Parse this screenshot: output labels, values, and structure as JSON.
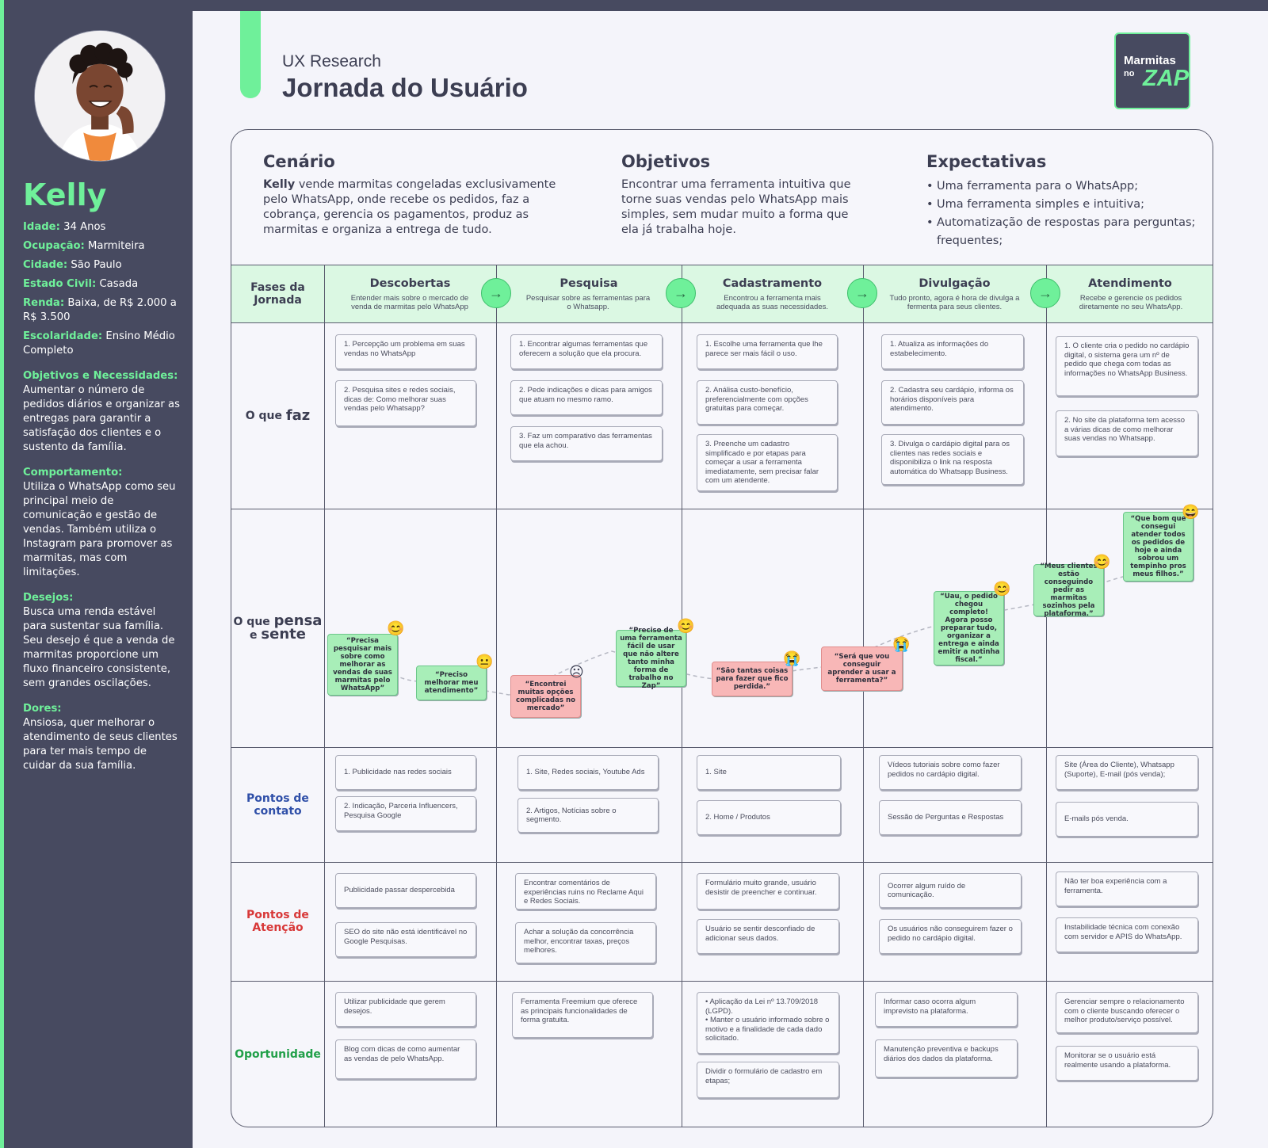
{
  "persona": {
    "name": "Kelly",
    "idade_label": "Idade:",
    "idade": "34 Anos",
    "ocupacao_label": "Ocupação:",
    "ocupacao": "Marmiteira",
    "cidade_label": "Cidade:",
    "cidade": "São Paulo",
    "estado_label": "Estado Civil:",
    "estado": "Casada",
    "renda_label": "Renda:",
    "renda": "Baixa, de R$ 2.000 a R$ 3.500",
    "escolaridade_label": "Escolaridade:",
    "escolaridade": "Ensino Médio Completo",
    "objetivos_label": "Objetivos e Necessidades:",
    "objetivos": "Aumentar o número de pedidos diários e organizar as entregas para garantir a satisfação dos clientes e o sustento da família.",
    "comportamento_label": "Comportamento:",
    "comportamento": "Utiliza o WhatsApp como seu principal meio de comunicação e gestão de vendas. Também utiliza o Instagram para promover as marmitas, mas com limitações.",
    "desejos_label": "Desejos:",
    "desejos": "Busca uma renda estável para sustentar sua família. Seu desejo é que a venda de marmitas proporcione um fluxo financeiro consistente, sem grandes oscilações.",
    "dores_label": "Dores:",
    "dores": "Ansiosa, quer melhorar o atendimento de seus clientes para ter mais tempo de cuidar da sua família."
  },
  "header": {
    "subtitle": "UX Research",
    "title": "Jornada do Usuário"
  },
  "logo": {
    "line1": "Marmitas",
    "line2a": "no",
    "line2b": "ZAP"
  },
  "context": {
    "cenario_title": "Cenário",
    "cenario_bold": "Kelly",
    "cenario_text": " vende marmitas congeladas exclusivamente pelo WhatsApp, onde recebe os pedidos, faz a cobrança, gerencia os pagamentos, produz as marmitas e organiza a entrega de tudo.",
    "objetivos_title": "Objetivos",
    "objetivos_text": "Encontrar uma ferramenta intuitiva que torne suas vendas pelo WhatsApp mais simples, sem mudar muito a forma que ela já trabalha hoje.",
    "expectativas_title": "Expectativas",
    "expectativas": [
      "Uma ferramenta para o WhatsApp;",
      "Uma ferramenta simples e intuitiva;",
      "Automatização de respostas para perguntas; frequentes;"
    ]
  },
  "rows": {
    "fases": "Fases da Jornada",
    "faz_prefix": "O que",
    "faz_main": "faz",
    "pensa_prefix1": "O que",
    "pensa_main1": "pensa",
    "pensa_prefix2": "e",
    "pensa_main2": "sente",
    "contato": "Pontos de contato",
    "atencao": "Pontos de Atenção",
    "oportunidade": "Oportunidade"
  },
  "colors": {
    "contato": "#2f4fa8",
    "atencao": "#d83838",
    "oportunidade": "#22a04a",
    "accent": "#6ff09a",
    "dark": "#474a60"
  },
  "phases": [
    {
      "title": "Descobertas",
      "desc": "Entender mais sobre o mercado de venda de marmitas pelo WhatsApp",
      "faz": [
        "1. Percepção um problema em suas vendas no WhatsApp",
        "2. Pesquisa sites e redes sociais, dicas de: Como melhorar suas vendas pelo Whatsapp?"
      ],
      "contato": [
        "1. Publicidade nas redes sociais",
        "2. Indicação, Parceria Influencers, Pesquisa Google"
      ],
      "atencao": [
        "Publicidade passar despercebida",
        "SEO do site não está identificável no Google Pesquisas."
      ],
      "oportunidade": [
        "Utilizar publicidade que gerem desejos.",
        "Blog com dicas de como aumentar as vendas de pelo WhatsApp."
      ]
    },
    {
      "title": "Pesquisa",
      "desc": "Pesquisar sobre as ferramentas para o Whatsapp.",
      "faz": [
        "1. Encontrar algumas ferramentas que oferecem a solução que ela procura.",
        "2. Pede indicações e dicas para amigos que atuam no mesmo ramo.",
        "3. Faz um comparativo das ferramentas que ela achou."
      ],
      "contato": [
        "1. Site, Redes sociais, Youtube Ads",
        "2. Artigos, Notícias sobre o segmento."
      ],
      "atencao": [
        "Encontrar comentários de experiências ruins no Reclame Aqui e Redes Sociais.",
        "Achar a solução da concorrência melhor, encontrar taxas, preços melhores."
      ],
      "oportunidade": [
        "Ferramenta Freemium que oferece as principais funcionalidades de forma gratuita."
      ]
    },
    {
      "title": "Cadastramento",
      "desc": "Encontrou a ferramenta mais adequada as suas necessidades.",
      "faz": [
        "1. Escolhe uma ferramenta que lhe parece ser mais fácil o uso.",
        "2. Análisa custo-benefício, preferencialmente com opções gratuitas para começar.",
        "3. Preenche um cadastro simplificado e por etapas para começar a usar a ferramenta imediatamente, sem precisar falar com um atendente."
      ],
      "contato": [
        "1. Site",
        "2. Home / Produtos"
      ],
      "atencao": [
        "Formulário muito grande, usuário desistir de preencher e continuar.",
        "Usuário se sentir desconfiado de adicionar seus dados."
      ],
      "oportunidade": [
        "• Aplicação da Lei nº 13.709/2018 (LGPD).\n• Manter o usuário informado sobre o motivo e a finalidade de cada dado solicitado.",
        "Dividir o formulário de cadastro em etapas;"
      ]
    },
    {
      "title": "Divulgação",
      "desc": "Tudo pronto, agora é hora de divulga a fermenta para seus clientes.",
      "faz": [
        "1. Atualiza as informações do estabelecimento.",
        "2. Cadastra seu cardápio, informa os horários disponíveis para atendimento.",
        "3. Divulga o cardápio digital para os clientes nas redes sociais e disponibiliza o link na resposta automática do Whatsapp Business."
      ],
      "contato": [
        "Vídeos tutoriais sobre como fazer pedidos no cardápio digital.",
        "Sessão de Perguntas e Respostas"
      ],
      "atencao": [
        "Ocorrer algum ruído de comunicação.",
        "Os usuários não conseguirem fazer o pedido no cardápio digital."
      ],
      "oportunidade": [
        "Informar caso ocorra algum imprevisto na plataforma.",
        "Manutenção preventiva e backups diários dos dados da plataforma."
      ]
    },
    {
      "title": "Atendimento",
      "desc": "Recebe e gerencie os pedidos diretamente no seu WhatsApp.",
      "faz": [
        "1. O cliente cria o pedido no cardápio digital, o sistema gera um nº de pedido que chega com todas as informações no WhatsApp Business.",
        "2. No site da plataforma tem acesso a várias dicas de como melhorar suas vendas no Whatsapp."
      ],
      "contato": [
        "Site (Área do Cliente), Whatsapp (Suporte), E-mail (pós venda);",
        "E-mails pós venda."
      ],
      "atencao": [
        "Não ter boa experiência com a ferramenta.",
        "Instabilidade técnica com conexão com servidor e APIS do WhatsApp."
      ],
      "oportunidade": [
        "Gerenciar sempre o relacionamento com o cliente buscando oferecer o melhor produto/serviço possível.",
        "Monitorar se o usuário está realmente usando a plataforma."
      ]
    }
  ],
  "emotions": [
    {
      "text": "“Precisa pesquisar mais sobre como melhorar as vendas de suas marmitas pelo WhatsApp”",
      "mood": "good",
      "emoji": "😊"
    },
    {
      "text": "“Preciso melhorar meu atendimento”",
      "mood": "good",
      "emoji": "😐"
    },
    {
      "text": "“Encontrei muitas opções complicadas no mercado”",
      "mood": "bad",
      "emoji": "☹"
    },
    {
      "text": "“Preciso de uma ferramenta fácil de usar que não altere tanto minha forma de trabalho no Zap”",
      "mood": "good",
      "emoji": "😊"
    },
    {
      "text": "“São tantas coisas para fazer que fico perdida.”",
      "mood": "bad",
      "emoji": "😭"
    },
    {
      "text": "“Será que vou conseguir aprender a usar a ferramenta?”",
      "mood": "bad",
      "emoji": "😭"
    },
    {
      "text": "“Uau, o pedido chegou completo! Agora posso preparar tudo, organizar a entrega e ainda emitir a notinha fiscal.”",
      "mood": "good",
      "emoji": "😊"
    },
    {
      "text": "“Meus clientes estão conseguindo pedir as marmitas sozinhos pela plataforma.”",
      "mood": "good",
      "emoji": "😊"
    },
    {
      "text": "“Que bom que consegui atender todos os pedidos de hoje e ainda sobrou um tempinho pros meus filhos.”",
      "mood": "good",
      "emoji": "😄"
    }
  ]
}
